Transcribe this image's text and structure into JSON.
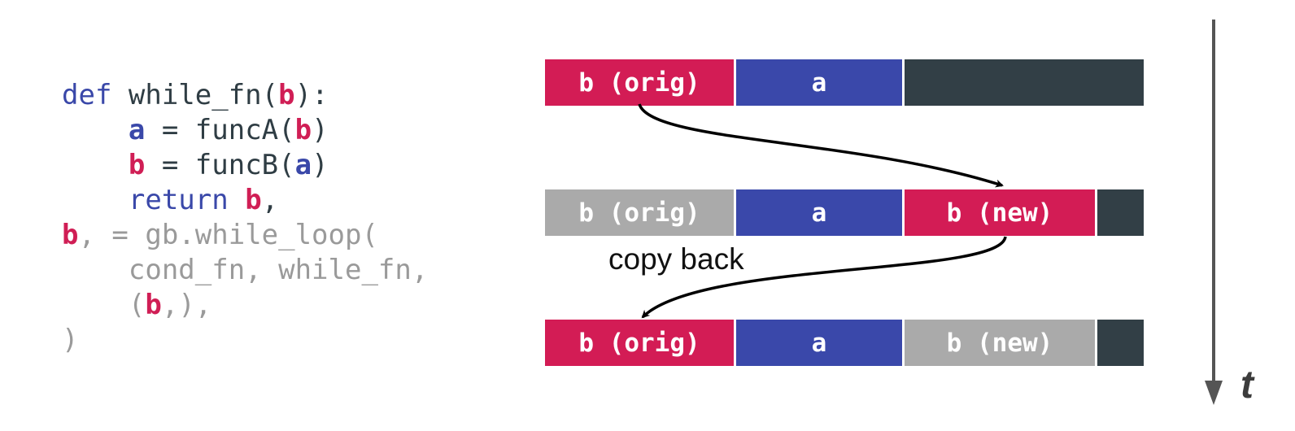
{
  "code": {
    "lines": [
      [
        {
          "t": "def",
          "c": "kw"
        },
        {
          "t": " while_fn(",
          "c": ""
        },
        {
          "t": "b",
          "c": "vb"
        },
        {
          "t": "):",
          "c": ""
        }
      ],
      [
        {
          "t": "    ",
          "c": ""
        },
        {
          "t": "a",
          "c": "va"
        },
        {
          "t": " = funcA(",
          "c": ""
        },
        {
          "t": "b",
          "c": "vb"
        },
        {
          "t": ")",
          "c": ""
        }
      ],
      [
        {
          "t": "    ",
          "c": ""
        },
        {
          "t": "b",
          "c": "vb"
        },
        {
          "t": " = funcB(",
          "c": ""
        },
        {
          "t": "a",
          "c": "va"
        },
        {
          "t": ")",
          "c": ""
        }
      ],
      [
        {
          "t": "    ",
          "c": ""
        },
        {
          "t": "return",
          "c": "kw"
        },
        {
          "t": " ",
          "c": ""
        },
        {
          "t": "b",
          "c": "vb"
        },
        {
          "t": ",",
          "c": ""
        }
      ],
      [
        {
          "t": "b",
          "c": "vb"
        },
        {
          "t": ", = gb.while_loop(",
          "c": "gray"
        }
      ],
      [
        {
          "t": "    cond_fn, while_fn,",
          "c": "gray"
        }
      ],
      [
        {
          "t": "    (",
          "c": "gray"
        },
        {
          "t": "b",
          "c": "vb"
        },
        {
          "t": ",),",
          "c": "gray"
        }
      ],
      [
        {
          "t": ")",
          "c": "gray"
        }
      ]
    ]
  },
  "colors": {
    "crimson": "#d31c55",
    "blue": "#3a48aa",
    "dark": "#323f46",
    "gray": "#aaaaaa"
  },
  "rows": [
    {
      "blocks": [
        {
          "label": "b (orig)",
          "color": "crimson"
        },
        {
          "label": "a",
          "color": "blue"
        },
        {
          "label": "",
          "color": "dark"
        }
      ]
    },
    {
      "blocks": [
        {
          "label": "b (orig)",
          "color": "gray"
        },
        {
          "label": "a",
          "color": "blue"
        },
        {
          "label": "b (new)",
          "color": "crimson"
        },
        {
          "label": "",
          "color": "dark"
        }
      ]
    },
    {
      "blocks": [
        {
          "label": "b (orig)",
          "color": "crimson"
        },
        {
          "label": "a",
          "color": "blue"
        },
        {
          "label": "b (new)",
          "color": "gray"
        },
        {
          "label": "",
          "color": "dark"
        }
      ]
    }
  ],
  "annotation": "copy back",
  "time_axis_label": "t"
}
